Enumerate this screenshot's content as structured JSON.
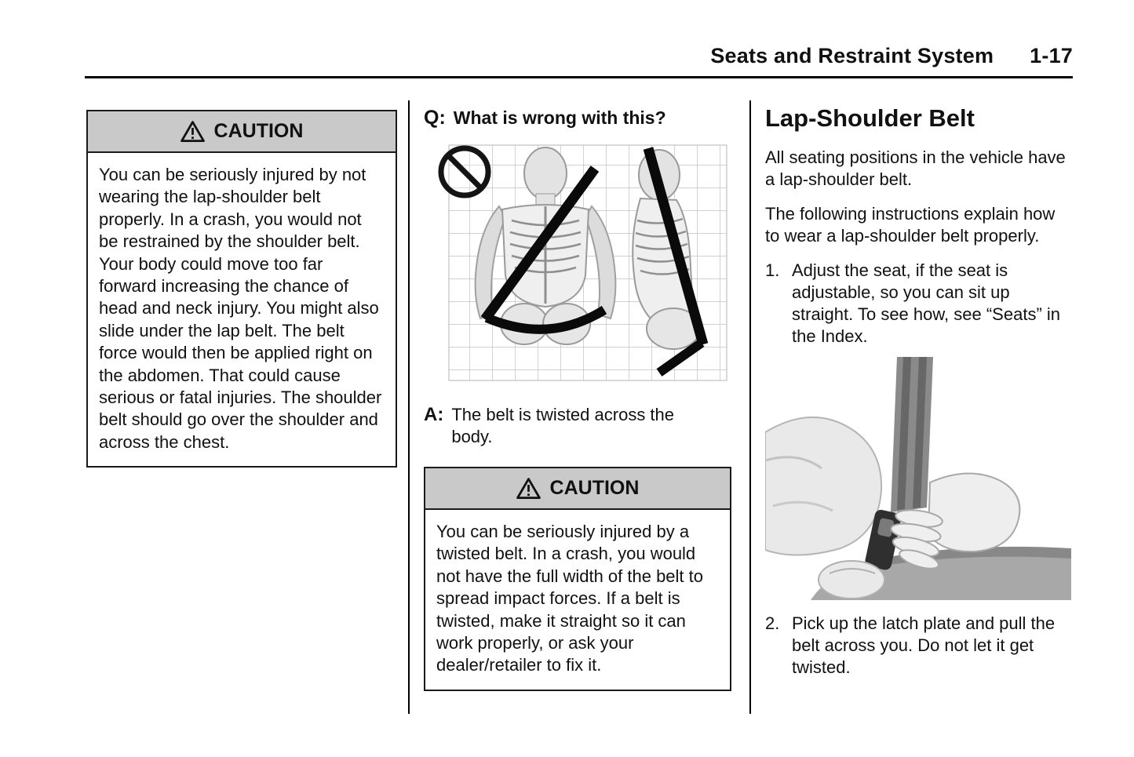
{
  "header": {
    "title": "Seats and Restraint System",
    "page_number": "1-17"
  },
  "left_column": {
    "caution": {
      "label": "CAUTION",
      "body": "You can be seriously injured by not wearing the lap-shoulder belt properly. In a crash, you would not be restrained by the shoulder belt. Your body could move too far forward increasing the chance of head and neck injury. You might also slide under the lap belt. The belt force would then be applied right on the abdomen. That could cause serious or fatal injuries. The shoulder belt should go over the shoulder and across the chest."
    }
  },
  "middle_column": {
    "question_prefix": "Q:",
    "question_text": "What is wrong with this?",
    "answer_prefix": "A:",
    "answer_text": "The belt is twisted across the body.",
    "caution": {
      "label": "CAUTION",
      "body": "You can be seriously injured by a twisted belt. In a crash, you would not have the full width of the belt to spread impact forces. If a belt is twisted, make it straight so it can work properly, or ask your dealer/retailer to fix it."
    }
  },
  "right_column": {
    "heading": "Lap-Shoulder Belt",
    "paragraphs": [
      "All seating positions in the vehicle have a lap-shoulder belt.",
      "The following instructions explain how to wear a lap-shoulder belt properly."
    ],
    "steps": [
      {
        "number": "1.",
        "text": "Adjust the seat, if the seat is adjustable, so you can sit up straight. To see how, see “Seats” in the Index."
      },
      {
        "number": "2.",
        "text": "Pick up the latch plate and pull the belt across you. Do not let it get twisted."
      }
    ]
  }
}
